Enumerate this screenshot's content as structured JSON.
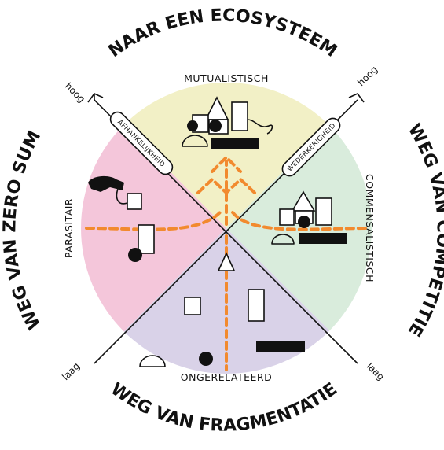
{
  "diagram": {
    "title_top": "NAAR EEN ECOSYSTEEM",
    "title_left": "WEG VAN ZERO SUM",
    "title_right": "WEG VAN COMPETITIE",
    "title_bottom": "WEG VAN FRAGMENTATIE",
    "quadrants": {
      "top": "MUTUALISTISCH",
      "left": "PARASITAIR",
      "right": "COMMENSALISTISCH",
      "bottom": "ONGERELATEERD"
    },
    "axes": {
      "left_axis": "AFHANKELIJKHEID",
      "right_axis": "WEDERKERIGHEID",
      "left_high": "hoog",
      "right_high": "hoog",
      "left_low": "laag",
      "right_low": "laag"
    },
    "colors": {
      "top": "#f2f0c6",
      "left": "#f4c6da",
      "right": "#d9ecdc",
      "bottom": "#d9d2e8",
      "accent": "#f28a2e"
    }
  }
}
